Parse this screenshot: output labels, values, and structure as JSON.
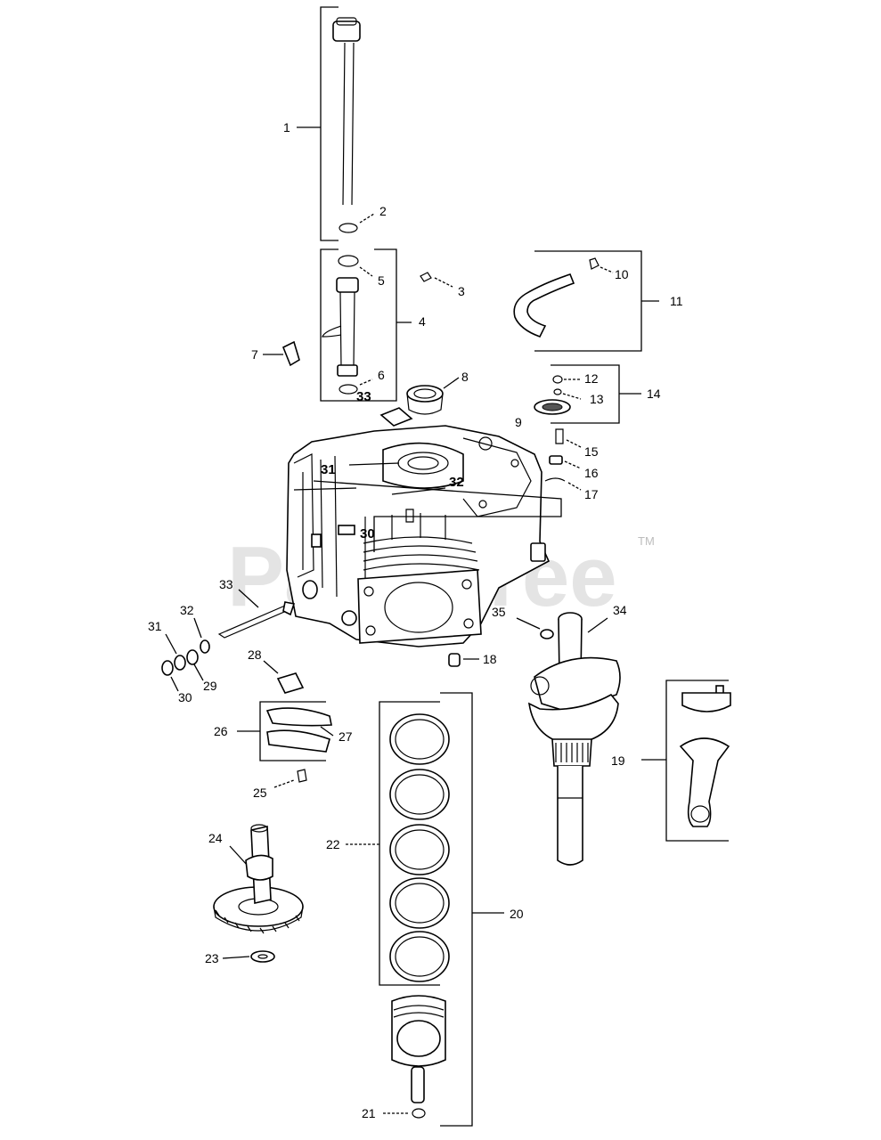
{
  "watermark": {
    "text": "PartsTree",
    "trademark": "TM"
  },
  "callouts": [
    "1",
    "2",
    "3",
    "4",
    "5",
    "6",
    "7",
    "8",
    "9",
    "10",
    "11",
    "12",
    "13",
    "14",
    "15",
    "16",
    "17",
    "18",
    "19",
    "20",
    "21",
    "22",
    "23",
    "24",
    "25",
    "26",
    "27",
    "28",
    "29",
    "30",
    "31",
    "32",
    "33",
    "34",
    "35"
  ],
  "inline_labels": {
    "a": "33",
    "b": "31",
    "c": "32",
    "d": "30"
  }
}
